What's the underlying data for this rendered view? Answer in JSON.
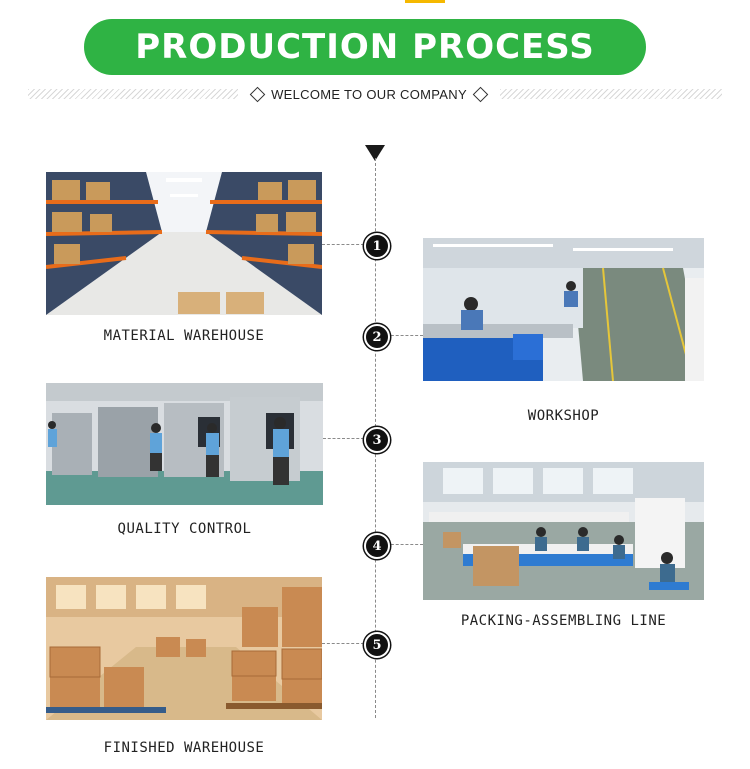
{
  "header": {
    "title": "PRODUCTION PROCESS",
    "subtitle": "WELCOME TO OUR COMPANY",
    "accent_color": "#2fb344"
  },
  "steps": [
    {
      "number": "1",
      "caption": "MATERIAL WAREHOUSE",
      "side": "left"
    },
    {
      "number": "2",
      "caption": "WORKSHOP",
      "side": "right"
    },
    {
      "number": "3",
      "caption": "QUALITY CONTROL",
      "side": "left"
    },
    {
      "number": "4",
      "caption": "PACKING-ASSEMBLING LINE",
      "side": "right"
    },
    {
      "number": "5",
      "caption": "FINISHED WAREHOUSE",
      "side": "left"
    }
  ]
}
